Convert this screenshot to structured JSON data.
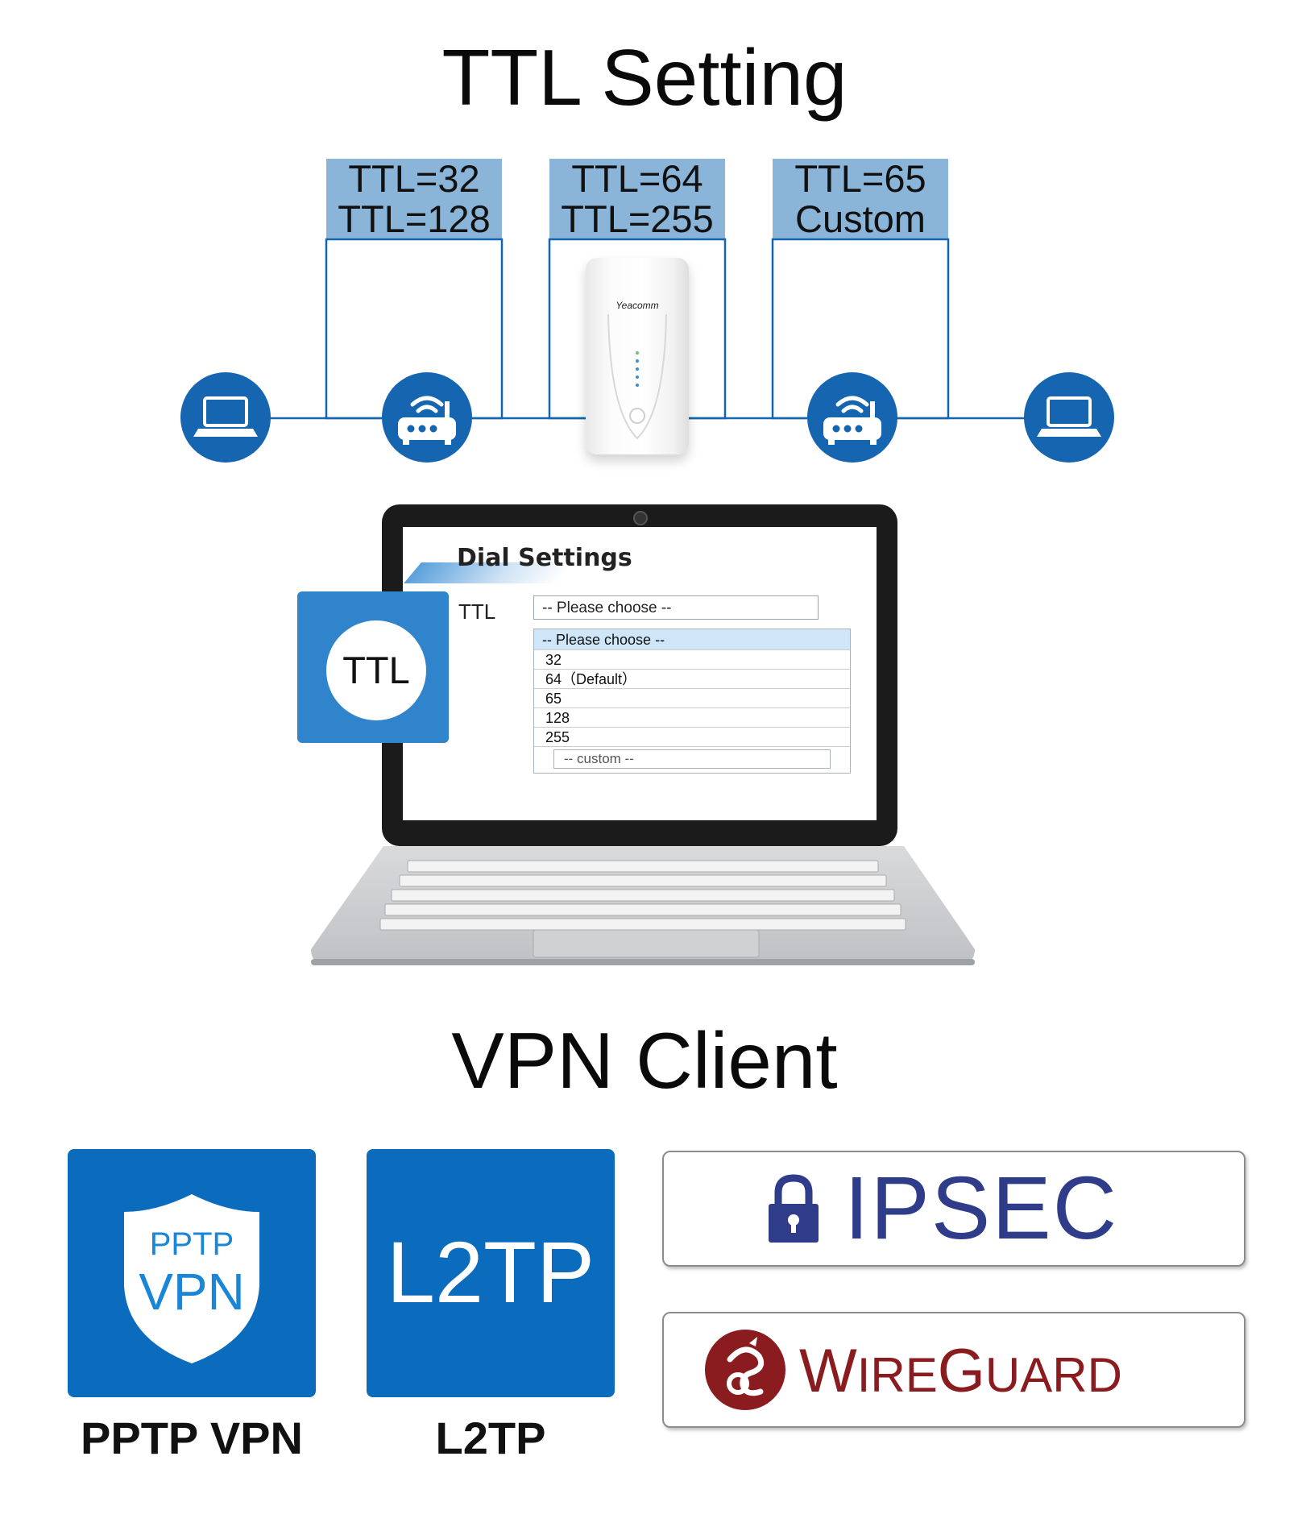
{
  "ttl_section": {
    "title": "TTL Setting",
    "boxes": [
      {
        "line1": "TTL=32",
        "line2": "TTL=128"
      },
      {
        "line1": "TTL=64",
        "line2": "TTL=255"
      },
      {
        "line1": "TTL=65",
        "line2": "Custom"
      }
    ],
    "router_brand": "Yeacomm",
    "icons": [
      "laptop-icon",
      "router-icon",
      "router-icon",
      "laptop-icon"
    ],
    "accent_color": "#1565b0",
    "box_color": "#8ab4d8"
  },
  "dial_settings": {
    "title": "Dial Settings",
    "ttl_label": "TTL",
    "select_value": "-- Please choose --",
    "options": [
      "-- Please choose --",
      "32",
      "64（Default）",
      "65",
      "128",
      "255"
    ],
    "custom_placeholder": "-- custom --",
    "badge_text": "TTL"
  },
  "vpn_section": {
    "title": "VPN Client",
    "pptp": {
      "shield_top": "PPTP",
      "shield_bottom": "VPN",
      "label": "PPTP VPN"
    },
    "l2tp": {
      "tile_text": "L2TP",
      "label": "L2TP"
    },
    "ipsec": {
      "text": "IPSEC",
      "color": "#2e3c8a"
    },
    "wireguard": {
      "first_w": "W",
      "rest1": "IRE",
      "first_g": "G",
      "rest2": "UARD",
      "color": "#8a1c20"
    },
    "tile_color": "#0b6bbd"
  }
}
